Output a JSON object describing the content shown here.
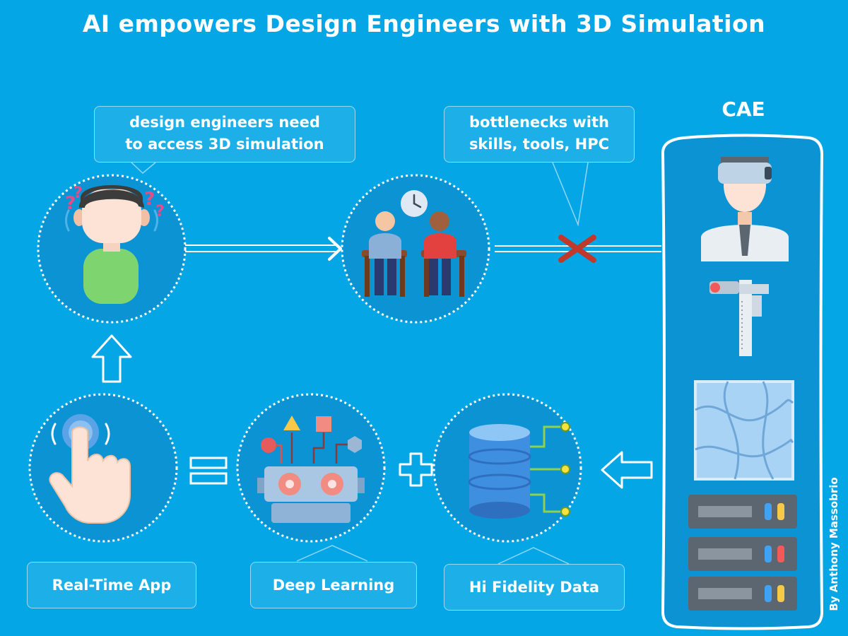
{
  "title": "AI empowers Design Engineers with 3D Simulation",
  "bubbles": {
    "need": {
      "line1": "design engineers need",
      "line2": "to access 3D simulation"
    },
    "bottleneck": {
      "line1": "bottlenecks with",
      "line2": "skills, tools, HPC"
    }
  },
  "cae": {
    "title": "CAE"
  },
  "labels": {
    "realtime": "Real-Time App",
    "deep_learning": "Deep Learning",
    "hifi_data": "Hi Fidelity Data"
  },
  "credit": "By Anthony Massobrio",
  "colors": {
    "background": "#04a6e6",
    "accent_red": "#c0392b",
    "server": "#5b6670"
  }
}
